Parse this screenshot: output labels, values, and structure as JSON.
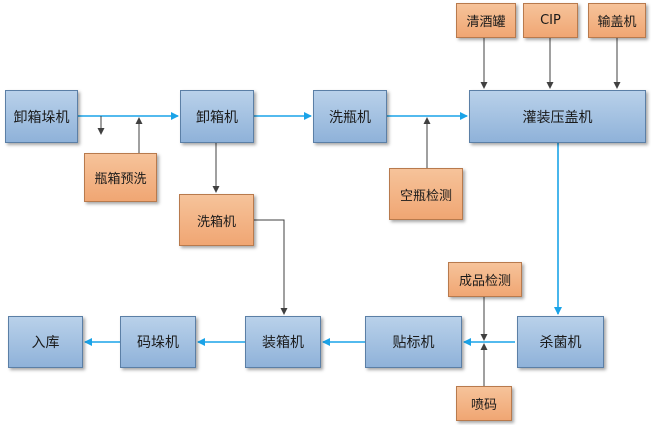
{
  "nodes": {
    "depalletizer": "卸箱垛机",
    "unpacker": "卸箱机",
    "bottle_washer": "洗瓶机",
    "filler_capper": "灌装压盖机",
    "crate_prewash": "瓶箱预洗",
    "crate_washer": "洗箱机",
    "empty_bottle_inspection": "空瓶检测",
    "clean_beer_tank": "清酒罐",
    "cip": "CIP",
    "cap_conveyor": "输盖机",
    "pasteurizer": "杀菌机",
    "labeler": "贴标机",
    "packer": "装箱机",
    "palletizer": "码垛机",
    "warehouse": "入库",
    "product_inspection": "成品检测",
    "coder": "喷码"
  },
  "colors": {
    "main_flow": "#1aa3e8",
    "aux_flow": "#404040",
    "process_fill": "#a7c4e4",
    "auxiliary_fill": "#f3b488"
  }
}
